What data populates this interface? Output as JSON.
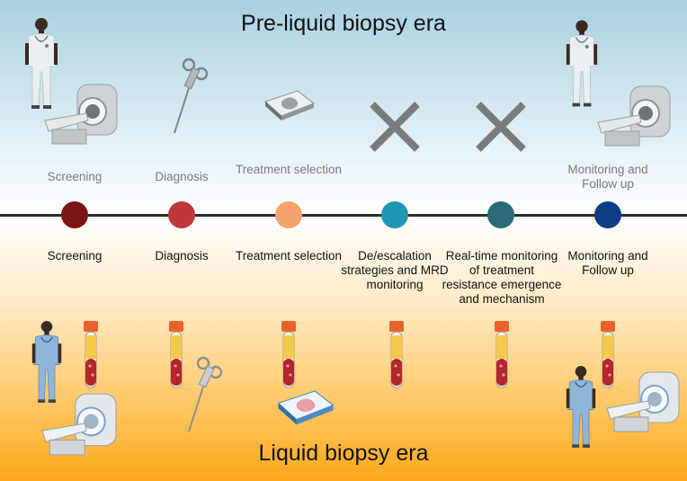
{
  "top_title": "Pre-liquid biopsy era",
  "bottom_title": "Liquid biopsy era",
  "top_labels": [
    "Screening",
    "Diagnosis",
    "Treatment selection",
    "",
    "",
    "Monitoring and Follow up"
  ],
  "bottom_labels": [
    "Screening",
    "Diagnosis",
    "Treatment selection",
    "De/escalation strategies and MRD monitoring",
    "Real-time monitoring of treatment resistance emergence and mechanism",
    "Monitoring and Follow up"
  ],
  "dot_colors": [
    "#7b1616",
    "#c0383a",
    "#f4a46c",
    "#1f97b3",
    "#2d6a78",
    "#0d3d83"
  ],
  "icons": {
    "top": [
      "doctor-icon",
      "mri-scanner-icon",
      "biopsy-needle-icon",
      "tissue-sample-icon",
      "not-available-cross-icon",
      "not-available-cross-icon",
      "doctor-icon",
      "mri-scanner-icon"
    ],
    "bottom": [
      "doctor-icon",
      "mri-scanner-icon",
      "blood-tube-icon",
      "biopsy-needle-icon",
      "tissue-sample-icon",
      "doctor-icon"
    ]
  }
}
